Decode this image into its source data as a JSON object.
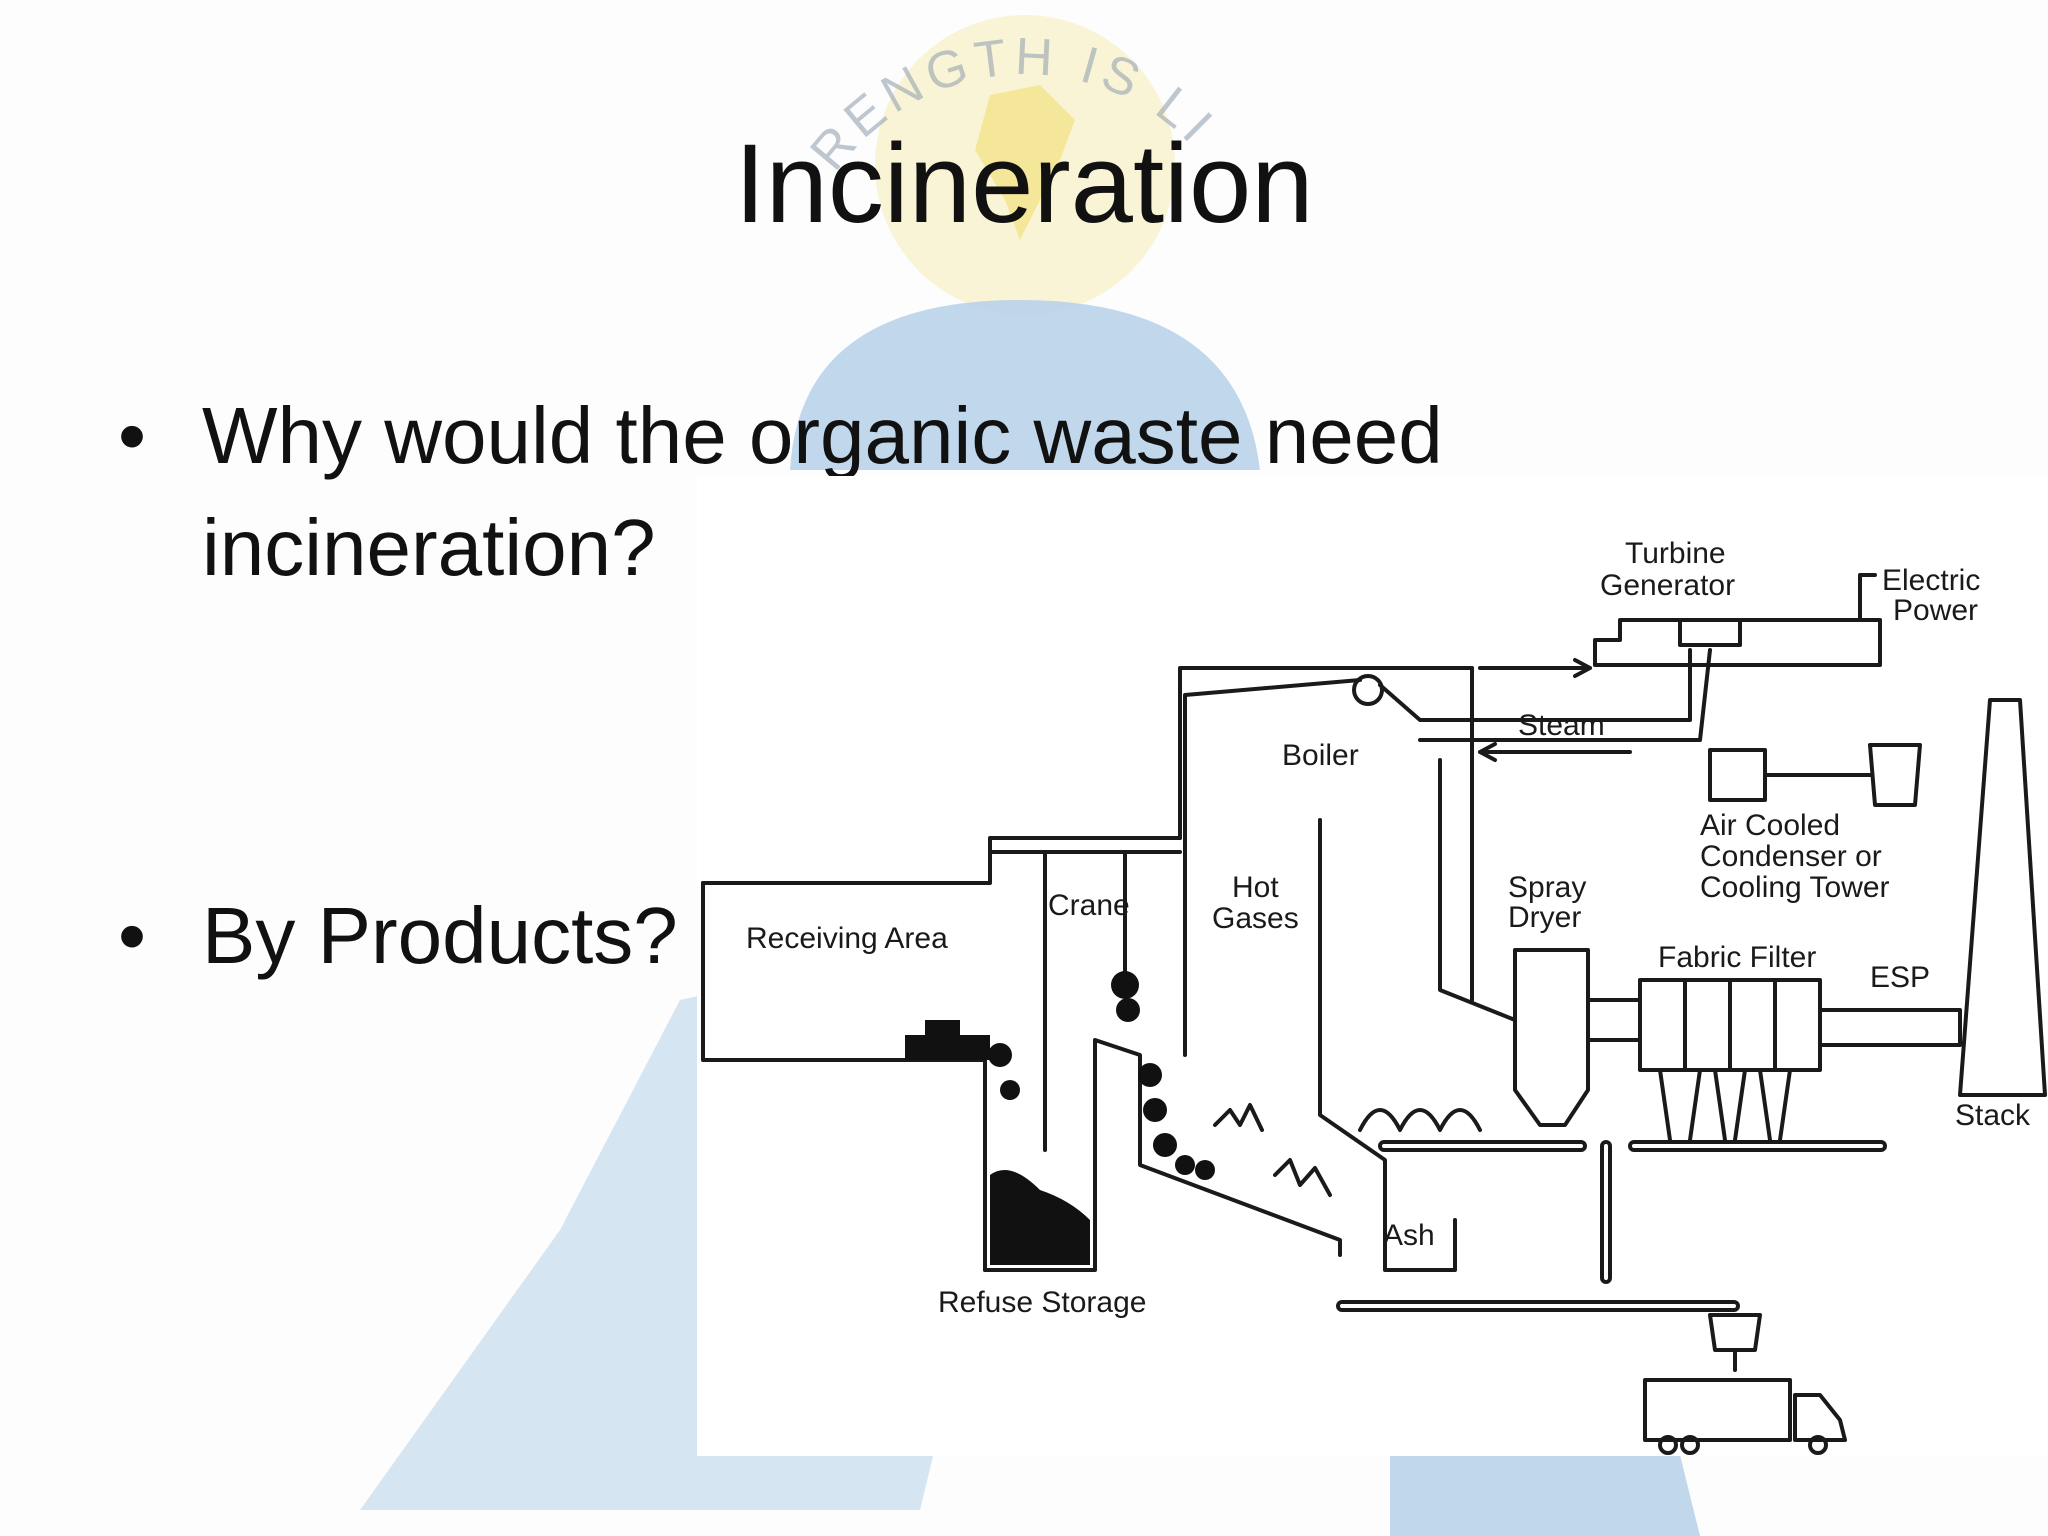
{
  "slide": {
    "title": "Incineration",
    "bullets": [
      {
        "marker": "•",
        "text_line1": "Why would the organic waste need",
        "text_line2": "incineration?"
      },
      {
        "marker": "•",
        "text_line1": "By Products?"
      }
    ]
  },
  "watermark": {
    "motto": "STRENGTH IS LIFE",
    "motto_visible": "RENGTH IS LI"
  },
  "diagram": {
    "labels": {
      "turbine": "Turbine",
      "generator": "Generator",
      "electric": "Electric",
      "power": "Power",
      "steam": "Steam",
      "boiler": "Boiler",
      "air_cooled": "Air Cooled",
      "condenser_or": "Condenser or",
      "cooling_tower": "Cooling Tower",
      "crane": "Crane",
      "hot": "Hot",
      "gases": "Gases",
      "spray": "Spray",
      "dryer": "Dryer",
      "receiving_area": "Receiving Area",
      "fabric_filter": "Fabric Filter",
      "esp": "ESP",
      "stack": "Stack",
      "ash": "Ash",
      "refuse_storage": "Refuse Storage"
    }
  },
  "colors": {
    "watermark_blue": "#b9d3ea",
    "watermark_yellow": "#f6e79a",
    "text": "#111111",
    "line": "#1a1a1a"
  }
}
